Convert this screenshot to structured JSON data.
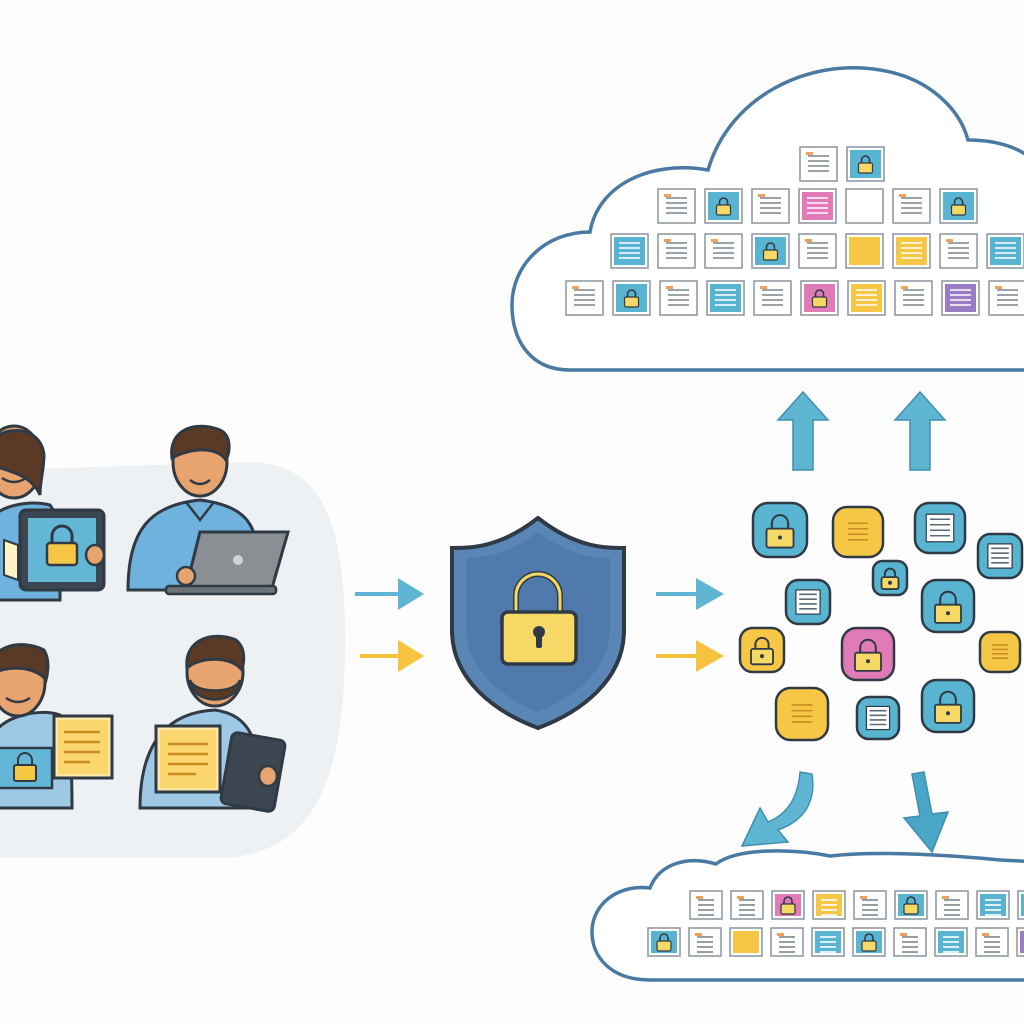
{
  "colors": {
    "outline": "#2f3a44",
    "cloud_stroke": "#4a7aa3",
    "shield_fill": "#5a86b6",
    "shield_inner": "#4f7aab",
    "teal": "#58b4d1",
    "yellow": "#f6c744",
    "pink": "#e07bb8",
    "purple": "#9a7cc4",
    "paper": "#ffffff",
    "arrow_blue": "#5fb6d3",
    "arrow_yellow": "#f7c23d",
    "skin": "#e8a46f",
    "hair": "#5a3a24",
    "shirt": "#6fb2dd",
    "group_bg": "#eef1f3"
  },
  "top_cloud_rows": [
    [
      "doc",
      "teal-lock"
    ],
    [
      "doc",
      "teal-lock",
      "doc",
      "pink-doc",
      "blank",
      "doc",
      "teal-lock"
    ],
    [
      "teal-doc",
      "doc",
      "doc",
      "teal-lock",
      "doc",
      "yellow-solid",
      "yellow-doc",
      "doc",
      "teal-doc"
    ],
    [
      "doc",
      "teal-lock",
      "doc",
      "teal-doc",
      "doc",
      "pink-lock",
      "yellow-doc",
      "doc",
      "purple-doc",
      "doc"
    ]
  ],
  "bottom_cloud_rows": [
    [
      "doc",
      "doc",
      "pink-lock",
      "yellow-doc",
      "doc",
      "teal-lock",
      "doc",
      "teal-doc",
      "teal-doc"
    ],
    [
      "teal-lock",
      "doc",
      "yellow-solid",
      "doc",
      "teal-doc",
      "teal-lock",
      "doc",
      "teal-doc",
      "doc",
      "purple-doc"
    ]
  ],
  "scatter_items": [
    "teal-lock",
    "yellow-doc",
    "teal-doc",
    "teal-doc",
    "teal-doc",
    "teal-lock",
    "teal-lock",
    "yellow-lock",
    "pink-lock",
    "yellow-doc",
    "yellow-doc",
    "teal-doc",
    "teal-lock"
  ],
  "people": [
    {
      "role": "woman-with-tablet",
      "device": "tablet"
    },
    {
      "role": "man-with-laptop",
      "device": "laptop"
    },
    {
      "role": "man-with-document",
      "device": "document"
    },
    {
      "role": "bearded-man-with-tablet",
      "device": "tablet"
    }
  ],
  "icons": {
    "shield": "shield-lock-icon",
    "arrow": "arrow-right-icon",
    "up_arrow": "arrow-up-icon",
    "down_arrow": "arrow-down-icon"
  }
}
